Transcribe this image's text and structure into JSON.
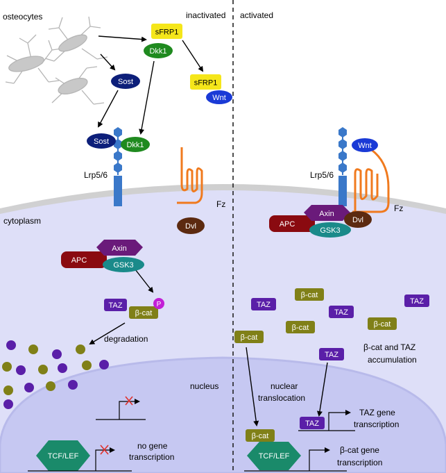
{
  "labels": {
    "osteocytes": "osteocytes",
    "inactivated": "inactivated",
    "activated": "activated",
    "lrp_left": "Lrp5/6",
    "lrp_right": "Lrp5/6",
    "fz_left": "Fz",
    "fz_right": "Fz",
    "cytoplasm": "cytoplasm",
    "nucleus": "nucleus",
    "degradation": "degradation",
    "accumulation_line1": "β-cat and TAZ",
    "accumulation_line2": "accumulation",
    "translocation_line1": "nuclear",
    "translocation_line2": "translocation",
    "no_gene_line1": "no gene",
    "no_gene_line2": "transcription",
    "taz_gene_line1": "TAZ gene",
    "taz_gene_line2": "transcription",
    "bcat_gene_line1": "β-cat gene",
    "bcat_gene_line2": "transcription"
  },
  "molecules": {
    "sfrp1": "sFRP1",
    "dkk1": "Dkk1",
    "sost": "Sost",
    "wnt": "Wnt",
    "dvl": "Dvl",
    "apc": "APC",
    "axin": "Axin",
    "gsk3": "GSK3",
    "taz": "TAZ",
    "bcat": "β-cat",
    "phospho": "P",
    "tcf_lef": "TCF/LEF"
  },
  "colors": {
    "sfrp1": "#f5e61a",
    "dkk1": "#1f8a1f",
    "sost": "#0d1f7a",
    "wnt": "#1a3ad6",
    "lrp": "#3a78c9",
    "fz": "#f07a1e",
    "dvl": "#5c2a10",
    "apc": "#8a0a10",
    "axin": "#6a1a7a",
    "gsk3": "#1a8a8a",
    "taz": "#5a1fa8",
    "bcat": "#808018",
    "phospho": "#c21fd6",
    "tcf": "#1a8a6a",
    "cytoplasm": "#dedff8",
    "nucleus": "#c6c8f2",
    "membrane": "#d6d6d6",
    "inhibit_x": "#e0302a"
  }
}
